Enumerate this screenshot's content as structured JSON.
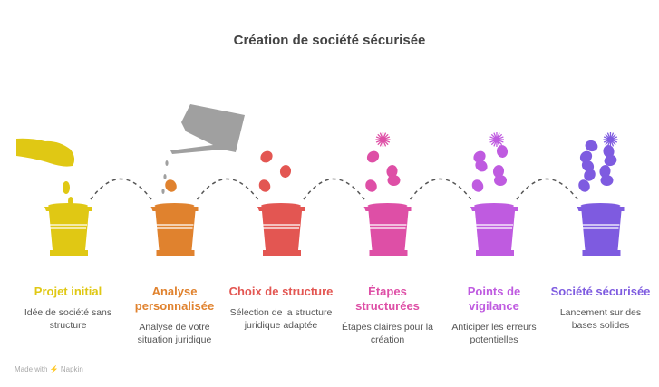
{
  "title": "Création de société sécurisée",
  "steps": [
    {
      "title": "Projet initial",
      "desc": "Idée de société sans structure",
      "color": "#E0C814"
    },
    {
      "title": "Analyse personnalisée",
      "desc": "Analyse de votre situation juridique",
      "color": "#E0822E"
    },
    {
      "title": "Choix de structure",
      "desc": "Sélection de la structure juridique adaptée",
      "color": "#E35652"
    },
    {
      "title": "Étapes structurées",
      "desc": "Étapes claires pour la création",
      "color": "#DE4FA6"
    },
    {
      "title": "Points de vigilance",
      "desc": "Anticiper les erreurs potentielles",
      "color": "#BF5BE0"
    },
    {
      "title": "Société sécurisée",
      "desc": "Lancement sur des bases solides",
      "color": "#7E5BE0"
    }
  ],
  "footer": "Made with ⚡ Napkin"
}
